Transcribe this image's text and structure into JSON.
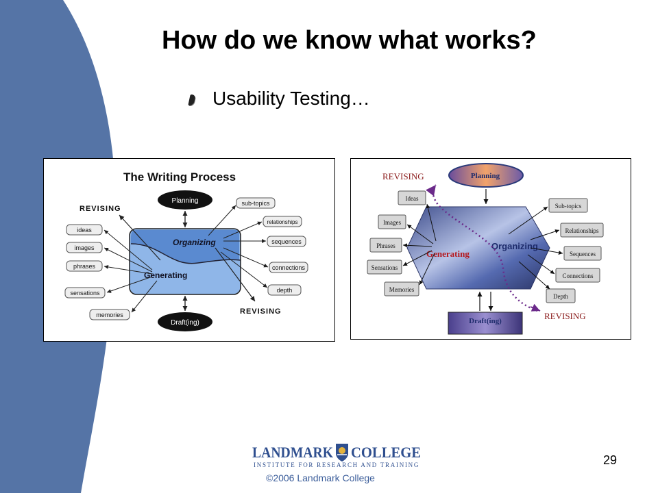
{
  "slide": {
    "title": "How do we know what works?",
    "bullet": "Usability Testing…",
    "page_number": "29",
    "copyright": "©2006 Landmark College"
  },
  "logo": {
    "name_left": "LANDMARK",
    "name_right": "COLLEGE",
    "tagline": "INSTITUTE FOR RESEARCH AND TRAINING"
  },
  "diagram_left": {
    "title": "The Writing Process",
    "planning": "Planning",
    "drafting": "Draft(ing)",
    "organizing": "Organizing",
    "generating": "Generating",
    "revising_top": "REVISING",
    "revising_bottom": "REVISING",
    "left_items": [
      "ideas",
      "images",
      "phrases",
      "sensations",
      "memories"
    ],
    "right_items": [
      "sub-topics",
      "relationships",
      "sequences",
      "connections",
      "depth"
    ]
  },
  "diagram_right": {
    "planning": "Planning",
    "drafting": "Draft(ing)",
    "organizing": "Organizing",
    "generating": "Generating",
    "revising_top": "REVISING",
    "revising_bottom": "REVISING",
    "left_items": [
      "Ideas",
      "Images",
      "Phrases",
      "Sensations",
      "Memories"
    ],
    "right_items": [
      "Sub-topics",
      "Relationships",
      "Sequences",
      "Connections",
      "Depth"
    ]
  }
}
